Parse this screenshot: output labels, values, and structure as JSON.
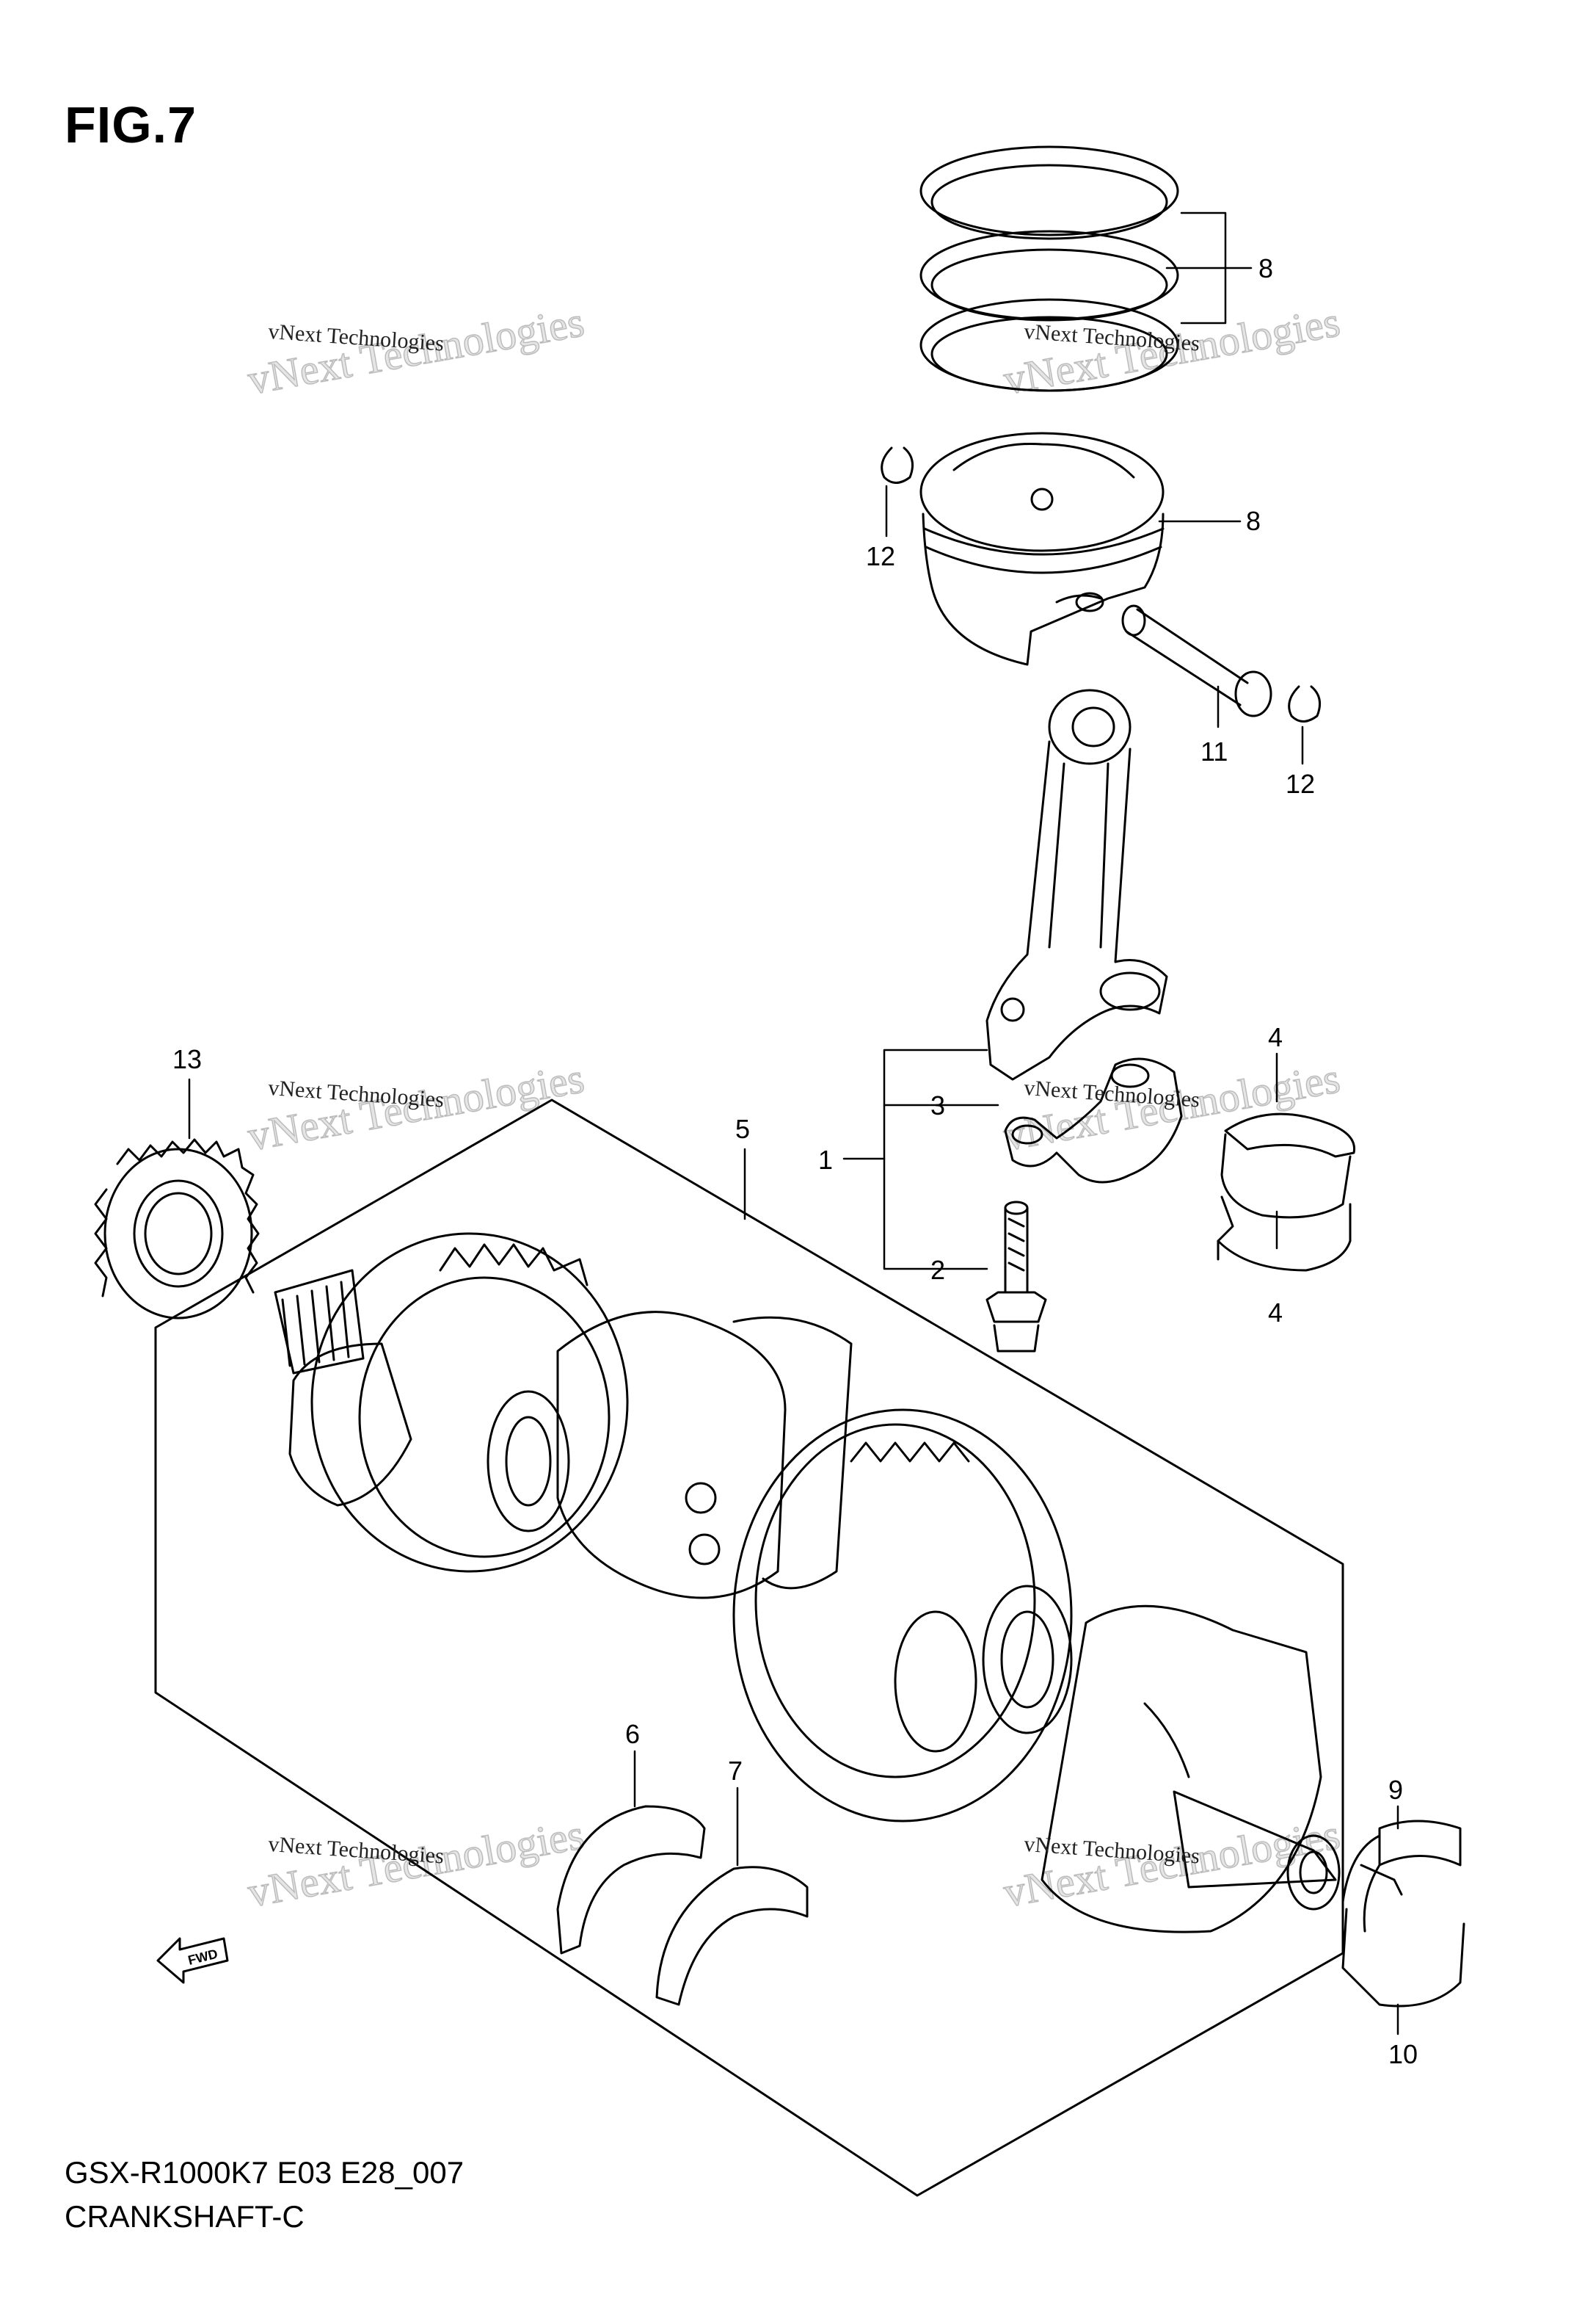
{
  "figure": {
    "title": "FIG.7",
    "model_code": "GSX-R1000K7 E03 E28_007",
    "section_name": "CRANKSHAFT-C"
  },
  "watermark": {
    "text_small": "vNext Technologies",
    "text_large_1": "vNext",
    "text_large_2": "Technologies"
  },
  "callouts": [
    {
      "id": "c1",
      "number": "1"
    },
    {
      "id": "c2",
      "number": "2"
    },
    {
      "id": "c3",
      "number": "3"
    },
    {
      "id": "c4a",
      "number": "4"
    },
    {
      "id": "c4b",
      "number": "4"
    },
    {
      "id": "c5",
      "number": "5"
    },
    {
      "id": "c6",
      "number": "6"
    },
    {
      "id": "c7",
      "number": "7"
    },
    {
      "id": "c8a",
      "number": "8"
    },
    {
      "id": "c8b",
      "number": "8"
    },
    {
      "id": "c9",
      "number": "9"
    },
    {
      "id": "c10",
      "number": "10"
    },
    {
      "id": "c11",
      "number": "11"
    },
    {
      "id": "c12a",
      "number": "12"
    },
    {
      "id": "c12b",
      "number": "12"
    },
    {
      "id": "c13",
      "number": "13"
    }
  ],
  "fwd_label": "FWD"
}
